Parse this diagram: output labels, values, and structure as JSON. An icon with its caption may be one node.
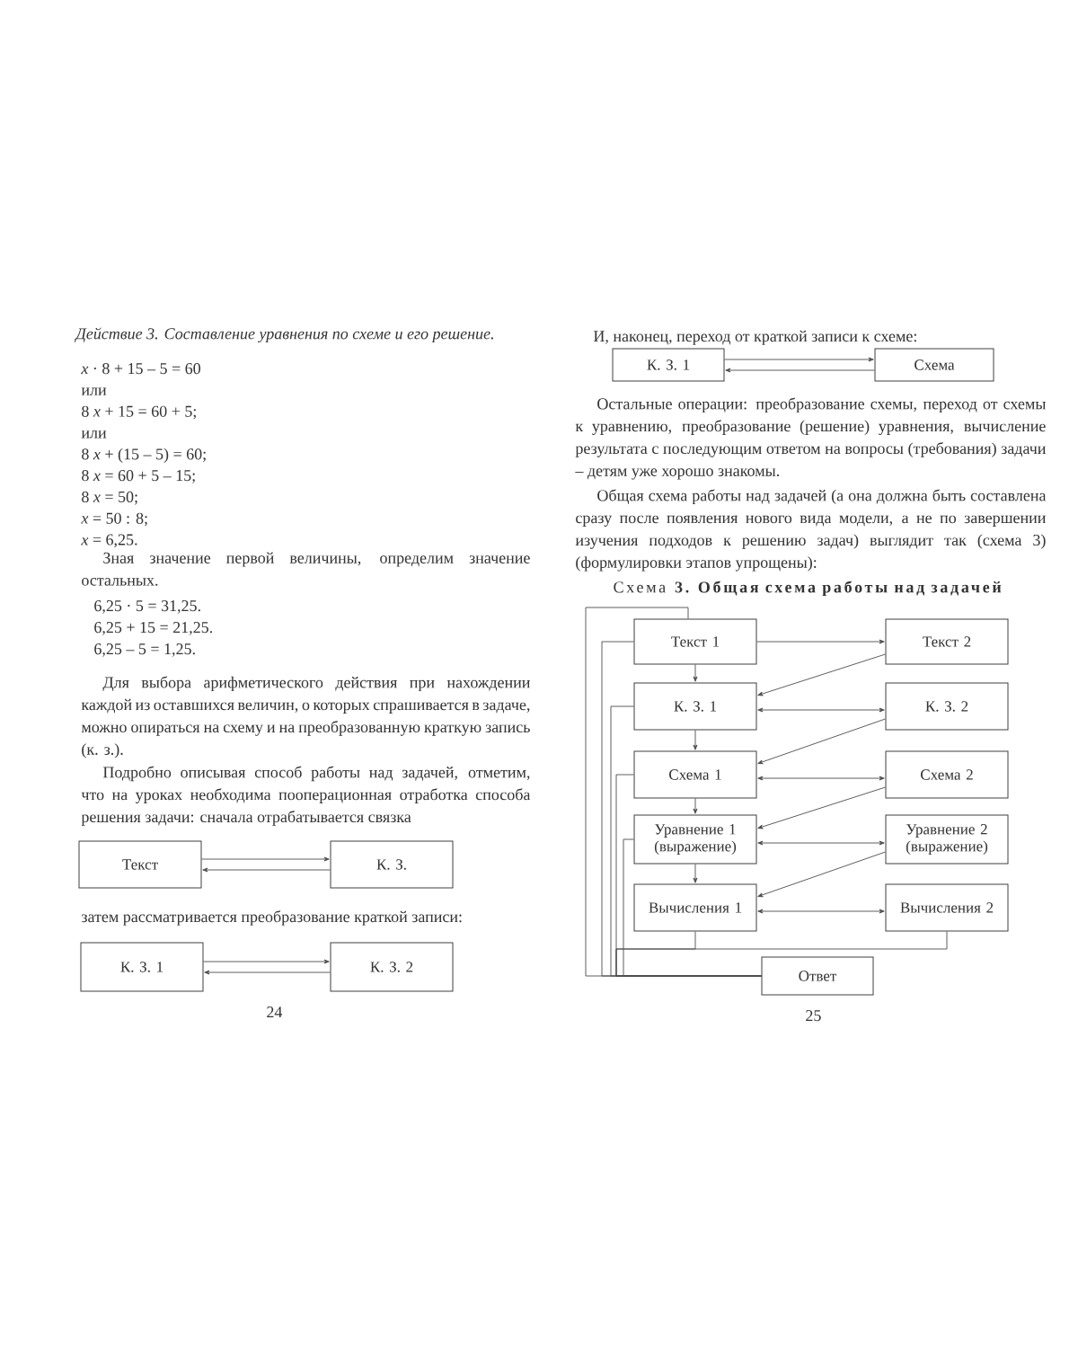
{
  "diagram": {
    "nodes": [
      {
        "text": [
          "Текст"
        ]
      },
      {
        "text": [
          "К. З."
        ]
      },
      {
        "text": [
          "К. З. 1"
        ]
      },
      {
        "text": [
          "К. З. 2"
        ]
      },
      {
        "text": [
          "К. З. 1"
        ]
      },
      {
        "text": [
          "Схема"
        ]
      },
      {
        "text": [
          "Текст 1"
        ]
      },
      {
        "text": [
          "Текст 2"
        ]
      },
      {
        "text": [
          "К. З. 1"
        ]
      },
      {
        "text": [
          "К. З. 2"
        ]
      },
      {
        "text": [
          "Схема 1"
        ]
      },
      {
        "text": [
          "Схема 2"
        ]
      },
      {
        "text": [
          "Уравнение 1 (выражение)"
        ]
      },
      {
        "text": [
          "Уравнение 2 (выражение)"
        ]
      },
      {
        "text": [
          "Вычисления 1"
        ]
      },
      {
        "text": [
          "Вычисления 2"
        ]
      },
      {
        "text": [
          "Ответ"
        ]
      }
    ],
    "edges": [
      {
        "from": 0,
        "to": 1,
        "arrow": "to"
      },
      {
        "from": 1,
        "to": 0,
        "arrow": "to"
      },
      {
        "from": 2,
        "to": 3,
        "arrow": "to"
      },
      {
        "from": 3,
        "to": 2,
        "arrow": "to"
      },
      {
        "from": 4,
        "to": 5,
        "arrow": "to"
      },
      {
        "from": 5,
        "to": 4,
        "arrow": "to"
      },
      {
        "from": 6,
        "to": 7,
        "arrow": "to"
      },
      {
        "from": 7,
        "to": 8,
        "arrow": "to"
      },
      {
        "from": 8,
        "to": 9,
        "arrow": "both"
      },
      {
        "from": 9,
        "to": 10,
        "arrow": "to"
      },
      {
        "from": 10,
        "to": 11,
        "arrow": "both"
      },
      {
        "from": 11,
        "to": 12,
        "arrow": "to"
      },
      {
        "from": 12,
        "to": 13,
        "arrow": "both"
      },
      {
        "from": 13,
        "to": 14,
        "arrow": "to"
      },
      {
        "from": 14,
        "to": 15,
        "arrow": "both"
      },
      {
        "from": 6,
        "to": 8,
        "arrow": "to"
      },
      {
        "from": 8,
        "to": 10,
        "arrow": "to"
      },
      {
        "from": 10,
        "to": 12,
        "arrow": "to"
      },
      {
        "from": 12,
        "to": 14,
        "arrow": "to"
      },
      {
        "from": 6,
        "to": 16,
        "arrow": "none"
      },
      {
        "from": 6,
        "to": 16,
        "arrow": "none"
      },
      {
        "from": 8,
        "to": 16,
        "arrow": "none"
      },
      {
        "from": 10,
        "to": 16,
        "arrow": "none"
      },
      {
        "from": 12,
        "to": 16,
        "arrow": "none"
      },
      {
        "from": 14,
        "to": 16,
        "arrow": "none"
      },
      {
        "from": 15,
        "to": 16,
        "arrow": "none"
      }
    ],
    "labels": [
      "Действие 3. Составление уравнения по схеме и его решение.",
      "*x* · 8 + 15 – 5 = 60",
      "или",
      "8 *x* + 15 = 60 + 5;",
      "или",
      "8 *x* + (15 – 5) = 60;",
      "8 *x* = 60 + 5 – 15;",
      "8 *x* = 50;",
      "*x* = 50 : 8;",
      "*x* = 6,25.",
      "Зная значение первой величины, определим значение остальных.",
      "6,25 · 5 = 31,25.",
      "6,25 + 15 = 21,25.",
      "6,25 – 5 = 1,25.",
      "Для выбора арифметического действия при нахождении каждой из оставшихся величин, о которых спрашивается в задаче, можно опираться на схему и на преобразованную краткую запись (к. з.).",
      "Подробно описывая способ работы над задачей, отметим, что на уроках необходима пооперационная отработка способа решения задачи: сначала отрабатывается связка",
      "затем рассматривается преобразование краткой записи:",
      "24",
      "И, наконец, переход от краткой записи к схеме:",
      "Остальные операции: преобразование схемы, переход от схемы к уравнению, преобразование (решение) уравнения, вычисление результата с последующим ответом на вопросы (требования) задачи – детям уже хорошо знакомы.",
      "Общая схема работы над задачей (а она должна быть составлена сразу после появления нового вида модели, а не по завершении изучения подходов к решению задач) выглядит так (схема 3) (формулировки этапов упрощены):",
      "Схема **3. Общая схема работы над задачей**",
      "25"
    ]
  }
}
